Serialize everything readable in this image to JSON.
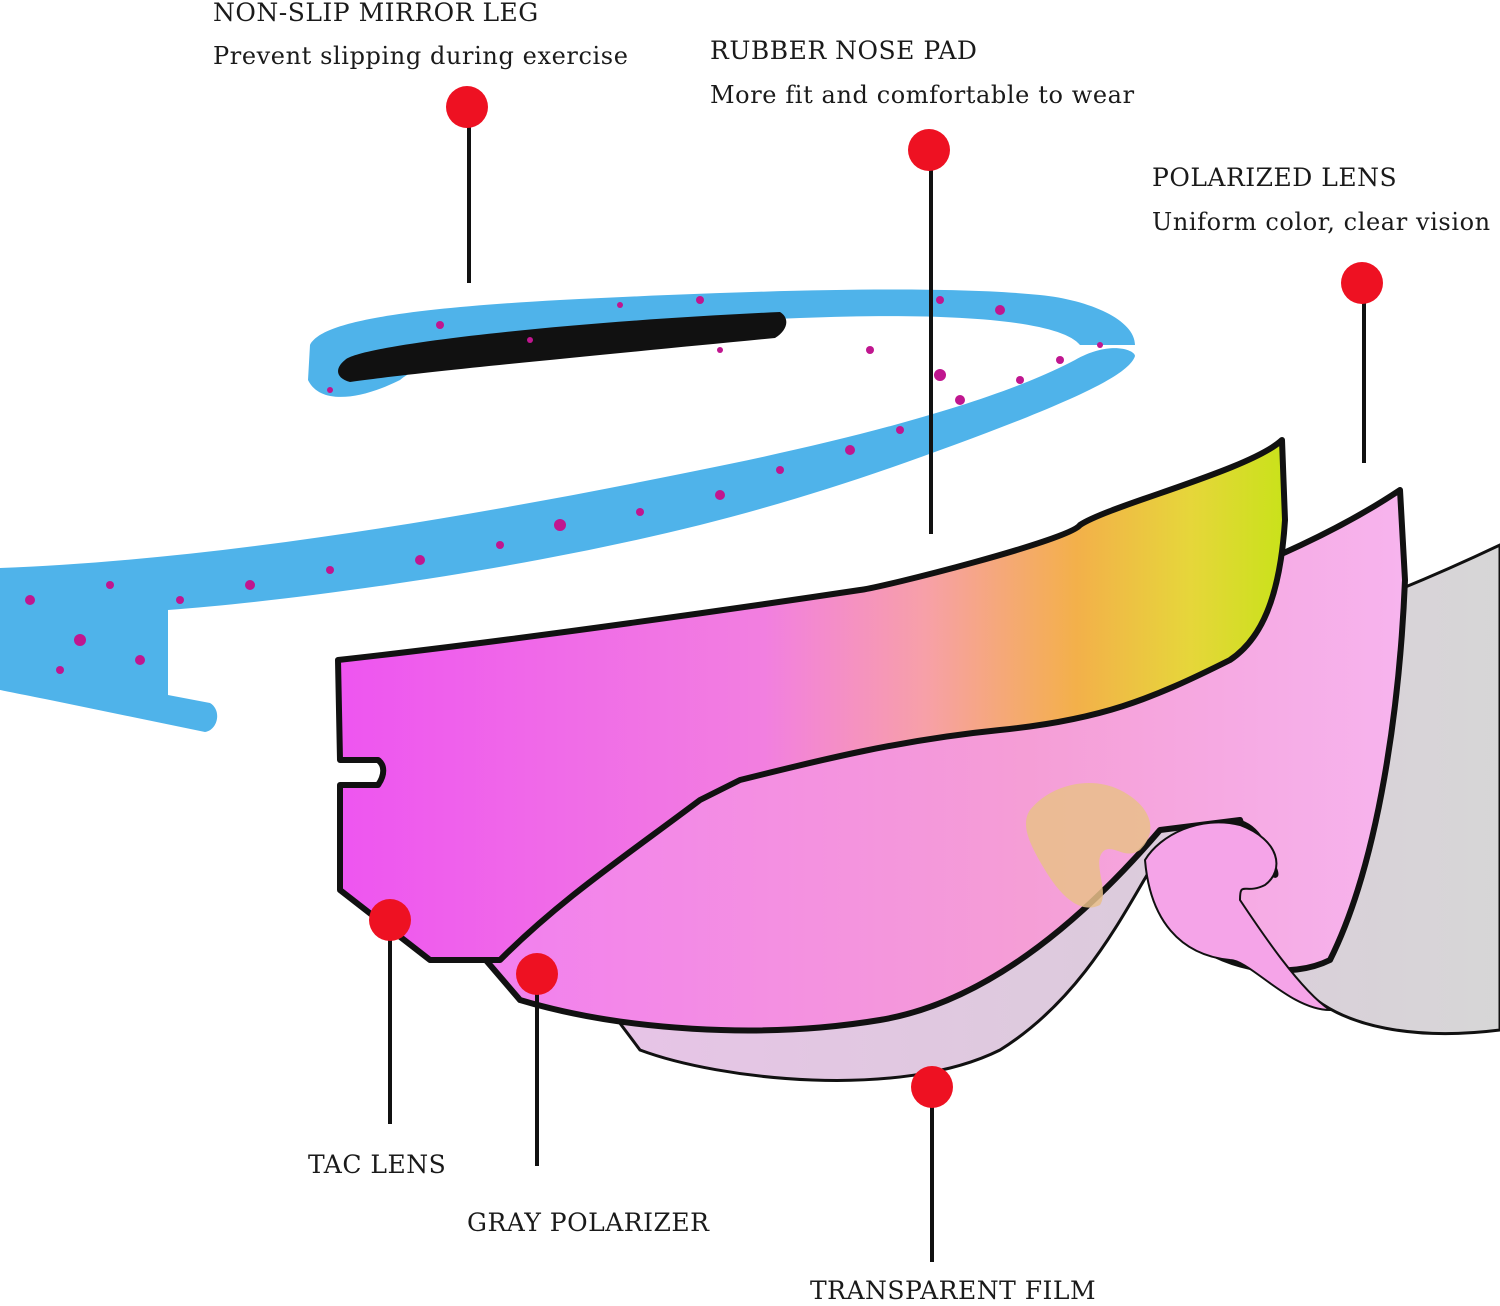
{
  "callouts": {
    "mirror_leg": {
      "title": "NON-SLIP MIRROR LEG",
      "desc": "Prevent slipping during exercise"
    },
    "nose_pad": {
      "title": "RUBBER NOSE PAD",
      "desc": "More fit and comfortable to wear"
    },
    "polarized_lens": {
      "title": "POLARIZED LENS",
      "desc": "Uniform color, clear vision"
    },
    "tac_lens": {
      "title": "TAC LENS"
    },
    "gray_polarizer": {
      "title": "GRAY POLARIZER"
    },
    "transparent_film": {
      "title": "TRANSPARENT FILM"
    }
  },
  "colors": {
    "frame": "#4fb3ea",
    "speckle": "#c0168f",
    "tac_lens": "#f25cf2",
    "polarizer": "#f48fe8",
    "film": "#d9d9d9",
    "pin": "#ee1122"
  }
}
